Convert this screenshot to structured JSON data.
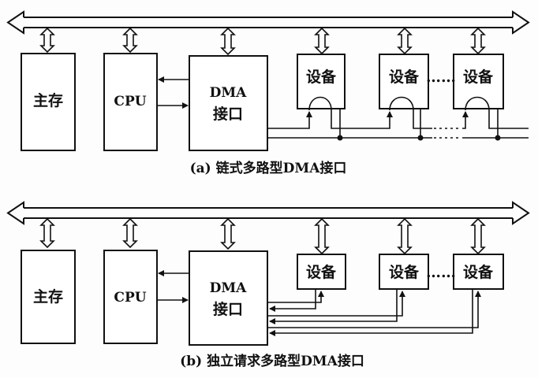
{
  "diagram_a": {
    "caption": "(a) 链式多路型DMA接口",
    "main_memory": "主存",
    "cpu": "CPU",
    "dma_line1": "DMA",
    "dma_line2": "接口",
    "devices": [
      "设备",
      "设备",
      "设备"
    ],
    "ellipsis": "……"
  },
  "diagram_b": {
    "caption": "(b) 独立请求多路型DMA接口",
    "main_memory": "主存",
    "cpu": "CPU",
    "dma_line1": "DMA",
    "dma_line2": "接口",
    "devices": [
      "设备",
      "设备",
      "设备"
    ],
    "ellipsis": "……"
  }
}
